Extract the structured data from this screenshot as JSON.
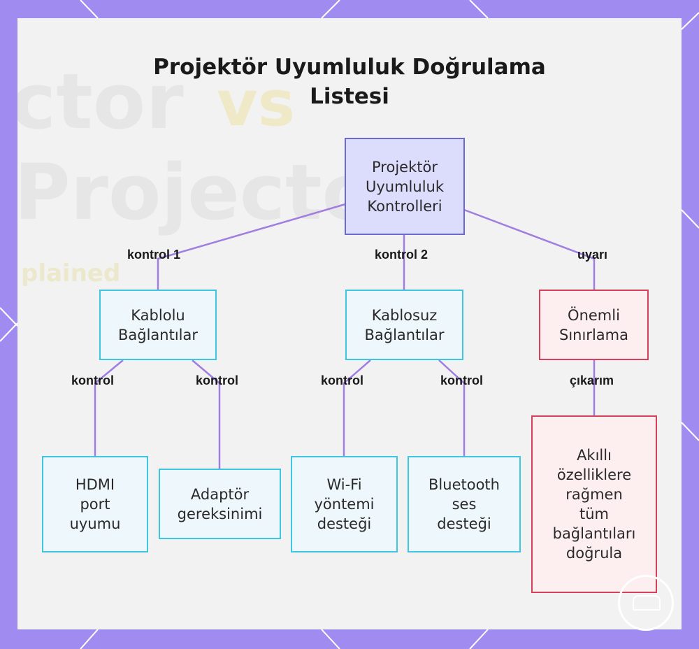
{
  "title_lines": [
    "Projektör Uyumluluk Doğrulama",
    "Listesi"
  ],
  "background_text": [
    "ctor",
    "vs",
    "Projector",
    "plained"
  ],
  "nodes": {
    "root": [
      "Projektör",
      "Uyumluluk",
      "Kontrolleri"
    ],
    "kablolu": [
      "Kablolu",
      "Bağlantılar"
    ],
    "kablosuz": [
      "Kablosuz",
      "Bağlantılar"
    ],
    "onemli": [
      "Önemli",
      "Sınırlama"
    ],
    "hdmi": [
      "HDMI",
      "port",
      "uyumu"
    ],
    "adaptor": [
      "Adaptör",
      "gereksinimi"
    ],
    "wifi": [
      "Wi-Fi",
      "yöntemi",
      "desteği"
    ],
    "bluetooth": [
      "Bluetooth",
      "ses",
      "desteği"
    ],
    "akilli": [
      "Akıllı",
      "özelliklere",
      "rağmen",
      "tüm",
      "bağlantıları",
      "doğrula"
    ]
  },
  "edge_labels": {
    "kontrol1": "kontrol 1",
    "kontrol2": "kontrol 2",
    "uyari": "uyarı",
    "kontrol_a": "kontrol",
    "kontrol_b": "kontrol",
    "kontrol_c": "kontrol",
    "kontrol_d": "kontrol",
    "cikarim": "çıkarım"
  },
  "colors": {
    "frame": "#a08cf0",
    "edge": "#a07ee0",
    "root_fill": "#dcdcfc",
    "root_border": "#6a6ad0",
    "blue_fill": "#eef8fc",
    "blue_border": "#3ec6e0",
    "red_fill": "#fdeef0",
    "red_border": "#d6405a"
  }
}
